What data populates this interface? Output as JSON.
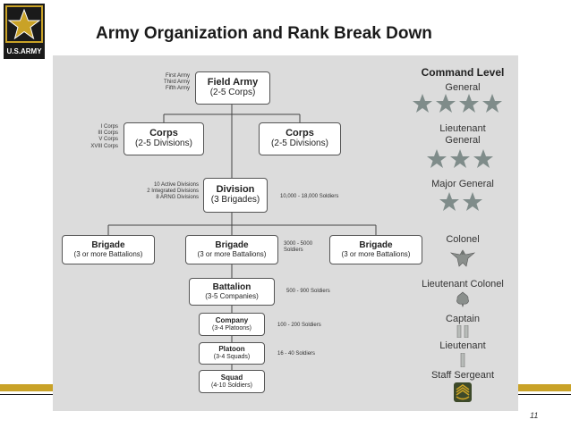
{
  "header": {
    "title": "Army Organization and Rank Break Down",
    "logo_text": "U.S.ARMY"
  },
  "page_number": "11",
  "colors": {
    "gold": "#c9a227",
    "black": "#1a1a1a",
    "panel": "#dcdcdc",
    "star": "#7f8c8a"
  },
  "org": {
    "field_army": {
      "name": "Field Army",
      "sub": "(2-5 Corps)"
    },
    "field_army_note": [
      "First Army",
      "Third Army",
      "Fifth Army"
    ],
    "corps_left": {
      "name": "Corps",
      "sub": "(2-5 Divisions)"
    },
    "corps_right": {
      "name": "Corps",
      "sub": "(2-5 Divisions)"
    },
    "corps_note": [
      "I Corps",
      "III Corps",
      "V Corps",
      "XVIII Corps"
    ],
    "division": {
      "name": "Division",
      "sub": "(3 Brigades)"
    },
    "division_note": [
      "10 Active Divisions",
      "2 Integrated Divisions",
      "8 ARNG Divisions"
    ],
    "division_size": "10,000 - 18,000 Soldiers",
    "brigade_left": {
      "name": "Brigade",
      "sub": "(3 or more Battalions)"
    },
    "brigade_center": {
      "name": "Brigade",
      "sub": "(3 or more Battalions)"
    },
    "brigade_right": {
      "name": "Brigade",
      "sub": "(3 or more Battalions)"
    },
    "brigade_size": [
      "3000 - 5000",
      "Soldiers"
    ],
    "battalion": {
      "name": "Battalion",
      "sub": "(3-5 Companies)"
    },
    "battalion_size": "500 - 900 Soldiers",
    "company": {
      "name": "Company",
      "sub": "(3-4 Platoons)"
    },
    "company_size": "100 - 200 Soldiers",
    "platoon": {
      "name": "Platoon",
      "sub": "(3-4 Squads)"
    },
    "platoon_size": "16 - 40 Soldiers",
    "squad": {
      "name": "Squad",
      "sub": "(4-10 Soldiers)"
    }
  },
  "ranks": {
    "heading": "Command Level",
    "general": "General",
    "lieutenant_general": [
      "Lieutenant",
      "General"
    ],
    "major_general": "Major General",
    "colonel": "Colonel",
    "lieutenant_colonel": "Lieutenant Colonel",
    "captain": "Captain",
    "lieutenant": "Lieutenant",
    "staff_sergeant": "Staff Sergeant",
    "insignia": {
      "general": "4-stars",
      "lieutenant_general": "3-stars",
      "major_general": "2-stars",
      "colonel": "eagle-icon",
      "lieutenant_colonel": "oak-leaf-icon",
      "captain": "double-bar-icon",
      "lieutenant": "single-bar-icon",
      "staff_sergeant": "chevron-rocker-icon"
    }
  }
}
